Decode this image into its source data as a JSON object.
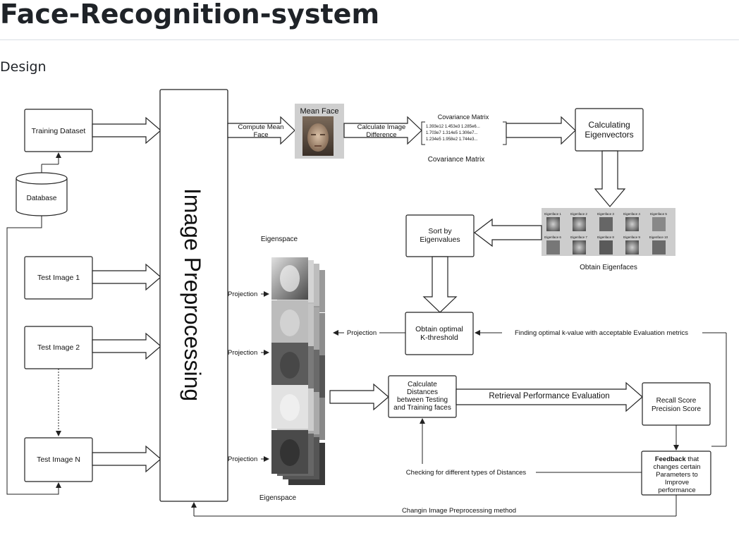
{
  "page": {
    "title": "Face-Recognition-system",
    "section": "Design"
  },
  "diagram": {
    "training_dataset": "Training Dataset",
    "database": "Database",
    "test_image_1": "Test Image 1",
    "test_image_2": "Test Image 2",
    "test_image_n": "Test Image N",
    "image_preprocessing": "Image Preprocessing",
    "compute_mean_face": [
      "Compute Mean",
      "Face"
    ],
    "mean_face": "Mean Face",
    "calculate_image_difference": [
      "Calculate Image",
      "Difference"
    ],
    "covariance_matrix_heading": "Covariance Matrix",
    "covariance_rows": [
      "1.393e12   1.453e3   1.285e6...",
      "1.703e7   1.314e5   1.306e7...",
      "1.234e5   1.958e2   1.744e3..."
    ],
    "covariance_matrix_caption": "Covariance Matrix",
    "calculating_eigenvectors": [
      "Calculating",
      "Eigenvectors"
    ],
    "eigenface_labels": [
      "Eigenface 1",
      "Eigenface 2",
      "Eigenface 3",
      "Eigenface 4",
      "Eigenface 5",
      "Eigenface 6",
      "Eigenface 7",
      "Eigenface 8",
      "Eigenface 9",
      "Eigenface 10"
    ],
    "obtain_eigenfaces": "Obtain Eigenfaces",
    "sort_by_eigenvalues": [
      "Sort by",
      "Eigenvalues"
    ],
    "eigenspace_top": "Eigenspace",
    "eigenspace_bottom": "Eigenspace",
    "projection": "Projection",
    "obtain_k_threshold": [
      "Obtain optimal",
      "K-threshold"
    ],
    "finding_k_value": "Finding optimal k-value with acceptable Evaluation metrics",
    "calculate_distances": [
      "Calculate",
      "Distances",
      "between Testing",
      "and Training faces"
    ],
    "retrieval_evaluation": "Retrieval Performance Evaluation",
    "recall_precision": [
      "Recall Score",
      "Precision Score"
    ],
    "checking_distances": "Checking for different types of Distances",
    "feedback_bold": "Feedback",
    "feedback_rest": [
      " that",
      "changes certain",
      "Parameters to",
      "Improve",
      "performance"
    ],
    "changing_preprocessing": "Changin Image Preprocessing method"
  }
}
